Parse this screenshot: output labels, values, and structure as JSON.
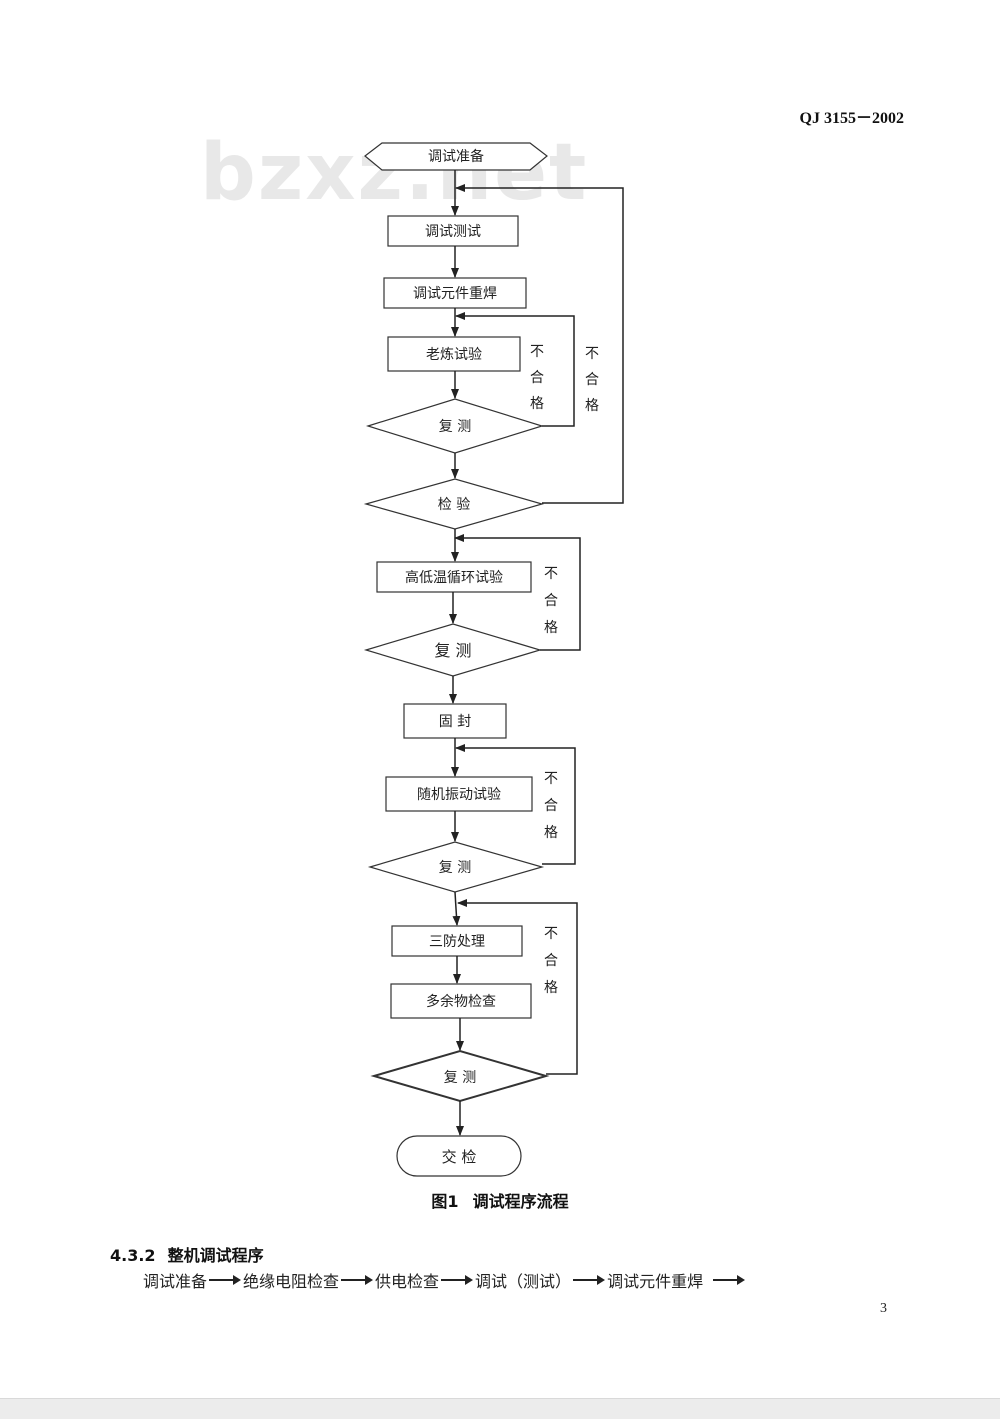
{
  "header": {
    "doc_number": "QJ 3155－2002"
  },
  "watermark": "bzxz.net",
  "flowchart": {
    "start": "调试准备",
    "steps": {
      "debug_test": "调试测试",
      "resolder": "调试元件重焊",
      "burn_in": "老炼试验",
      "retest_1": "复 测",
      "inspection": "检 验",
      "temp_cycle": "高低温循环试验",
      "retest_2": "复 测",
      "seal": "固 封",
      "random_vibration": "随机振动试验",
      "retest_3": "复 测",
      "three_proofing": "三防处理",
      "foreign_object_check": "多余物检查",
      "retest_4": "复 测"
    },
    "end": "交 检",
    "fail_label": [
      "不",
      "合",
      "格"
    ]
  },
  "figure": {
    "number": "图1",
    "title": "调试程序流程"
  },
  "section": {
    "number": "4.3.2",
    "title": "整机调试程序",
    "sequence": [
      "调试准备",
      "绝缘电阻检查",
      "供电检查",
      "调试（测试）",
      "调试元件重焊"
    ]
  },
  "footer": {
    "page_number": "3"
  }
}
